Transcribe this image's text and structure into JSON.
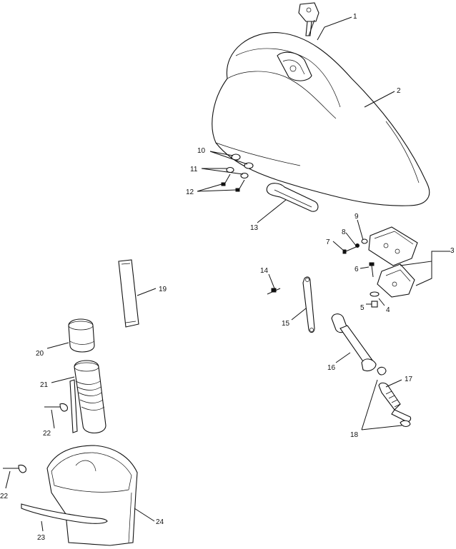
{
  "diagram": {
    "labels": [
      {
        "id": "c1",
        "text": "1"
      },
      {
        "id": "c2",
        "text": "2"
      },
      {
        "id": "c3",
        "text": "3"
      },
      {
        "id": "c4",
        "text": "4"
      },
      {
        "id": "c5",
        "text": "5"
      },
      {
        "id": "c6",
        "text": "6"
      },
      {
        "id": "c7",
        "text": "7"
      },
      {
        "id": "c8",
        "text": "8"
      },
      {
        "id": "c9",
        "text": "9"
      },
      {
        "id": "c10",
        "text": "10"
      },
      {
        "id": "c11",
        "text": "11"
      },
      {
        "id": "c12",
        "text": "12"
      },
      {
        "id": "c13",
        "text": "13"
      },
      {
        "id": "c14",
        "text": "14"
      },
      {
        "id": "c15",
        "text": "15"
      },
      {
        "id": "c16",
        "text": "16"
      },
      {
        "id": "c17",
        "text": "17"
      },
      {
        "id": "c18",
        "text": "18"
      },
      {
        "id": "c19",
        "text": "19"
      },
      {
        "id": "c20",
        "text": "20"
      },
      {
        "id": "c21",
        "text": "21"
      },
      {
        "id": "c22a",
        "text": "22"
      },
      {
        "id": "c22b",
        "text": "22"
      },
      {
        "id": "c23",
        "text": "23"
      },
      {
        "id": "c24",
        "text": "24"
      }
    ]
  }
}
